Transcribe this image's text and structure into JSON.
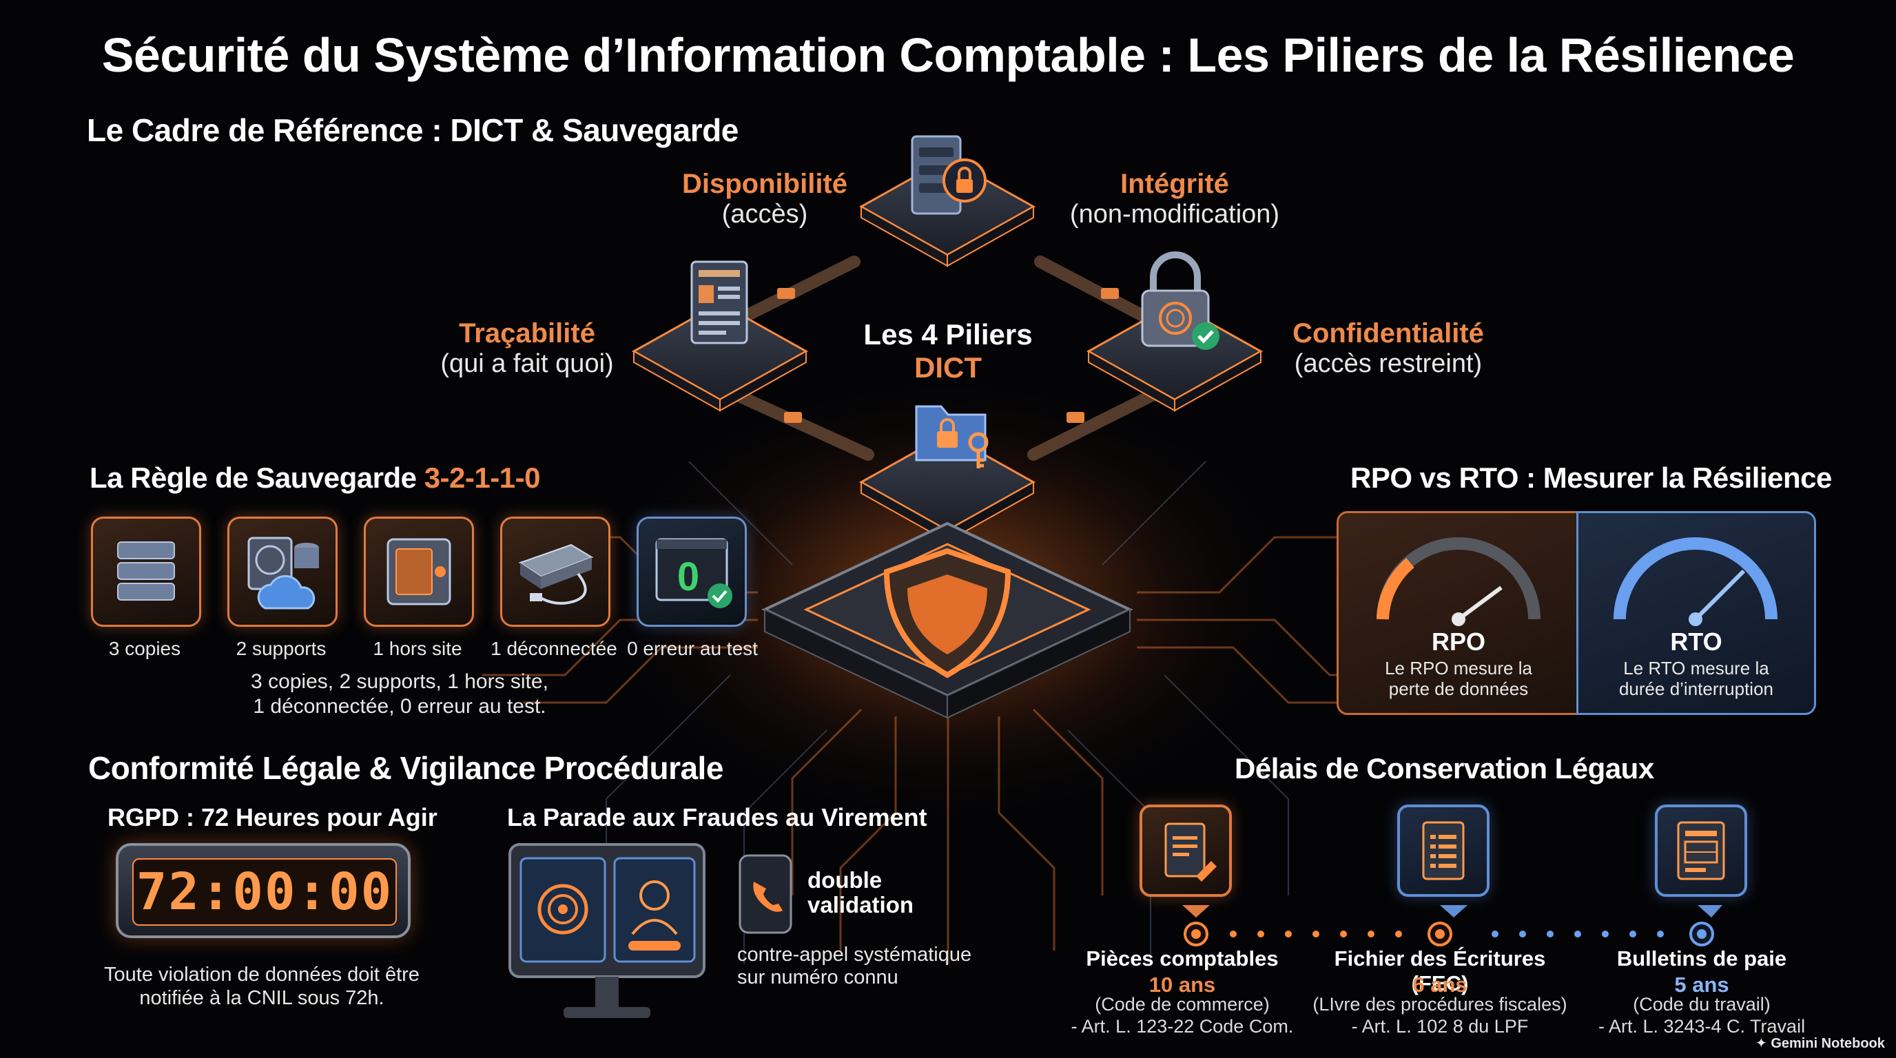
{
  "title": "Sécurité du Système d’Information Comptable : Les Piliers de la Résilience",
  "dict": {
    "heading": "Le Cadre de Référence : DICT & Sauvegarde",
    "center_line1": "Les 4 Piliers",
    "center_line2": "DICT",
    "pillars": [
      {
        "name": "Disponibilité",
        "sub": "(accès)",
        "icon": "server-lock-icon"
      },
      {
        "name": "Intégrité",
        "sub": "(non-modification)",
        "icon": "padlock-fingerprint-icon"
      },
      {
        "name": "Traçabilité",
        "sub": "(qui a fait quoi)",
        "icon": "document-scroll-icon"
      },
      {
        "name": "Confidentialité",
        "sub": "(accès restreint)",
        "icon": "folder-key-icon"
      }
    ]
  },
  "backup": {
    "heading_prefix": "La Règle de Sauvegarde ",
    "heading_rule": "3-2-1-1-0",
    "items": [
      {
        "label": "3 copies",
        "icon": "server-stack-icon"
      },
      {
        "label": "2 supports",
        "icon": "disk-cloud-icon"
      },
      {
        "label": "1 hors site",
        "icon": "safe-icon"
      },
      {
        "label": "1 déconnectée",
        "icon": "external-drive-icon"
      },
      {
        "label": "0 erreur au test",
        "icon": "zero-check-icon"
      }
    ],
    "summary_line1": "3 copies, 2 supports, 1 hors site,",
    "summary_line2": "1 déconnectée, 0 erreur au test."
  },
  "resilience": {
    "heading": "RPO vs RTO : Mesurer la Résilience",
    "rpo": {
      "name": "RPO",
      "line1": "Le RPO mesure la",
      "line2": "perte de données"
    },
    "rto": {
      "name": "RTO",
      "line1": "Le RTO mesure la",
      "line2": "durée d’interruption"
    }
  },
  "compliance": {
    "heading": "Conformité Légale & Vigilance Procédurale",
    "rgpd": {
      "title": "RGPD : 72 Heures pour Agir",
      "timer": "72:00:00",
      "line1": "Toute violation de données doit être",
      "line2": "notifiée à la CNIL sous 72h."
    },
    "fraud": {
      "title": "La Parade aux Fraudes au Virement",
      "badge_line1": "double",
      "badge_line2": "validation",
      "line1": "contre-appel systématique",
      "line2": "sur numéro connu"
    }
  },
  "retention": {
    "heading": "Délais de Conservation Légaux",
    "items": [
      {
        "title": "Pièces comptables",
        "years": "10 ans",
        "note1": "(Code de commerce)",
        "note2": "- Art. L. 123-22 Code Com.",
        "icon": "document-pen-icon"
      },
      {
        "title": "Fichier des Écritures (FEC)",
        "years": "6 ans",
        "note1": "(LIvre des procédures fiscales)",
        "note2": "- Art. L. 102 8 du LPF",
        "icon": "ledger-icon"
      },
      {
        "title": "Bulletins de paie",
        "years": "5 ans",
        "note1": "(Code du travail)",
        "note2": "- Art. L. 3243-4 C. Travail",
        "icon": "payslip-icon"
      }
    ]
  },
  "watermark": "Gemini Notebook",
  "colors": {
    "accent_orange": "#f08a4b",
    "accent_blue": "#6aa0ef",
    "background": "#040406"
  }
}
